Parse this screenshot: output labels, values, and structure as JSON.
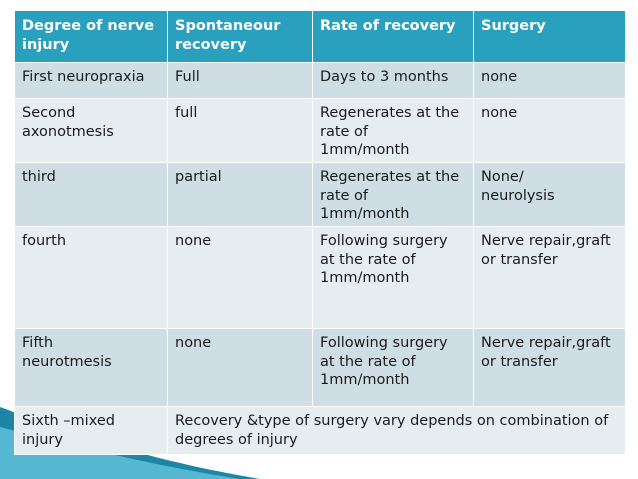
{
  "table": {
    "headers": [
      "Degree of nerve injury",
      "Spontaneour recovery",
      "Rate of recovery",
      "Surgery"
    ],
    "rows": [
      [
        "First neuropraxia",
        "Full",
        "Days to 3 months",
        "none"
      ],
      [
        "Second\naxonotmesis",
        "full",
        "Regenerates at the rate of\n1mm/month",
        "none"
      ],
      [
        "third",
        "partial",
        "Regenerates at the rate of\n1mm/month",
        "None/\nneurolysis"
      ],
      [
        "fourth",
        "none",
        "Following surgery at the rate of\n1mm/month",
        "Nerve repair,graft or transfer"
      ],
      [
        "Fifth\nneurotmesis",
        "none",
        "Following surgery at the rate of\n1mm/month",
        "Nerve repair,graft or transfer"
      ]
    ],
    "last_row": {
      "label": "Sixth –mixed injury",
      "merged": "Recovery &type of surgery vary depends on combination of  degrees of injury"
    }
  },
  "colors": {
    "header_bg": "#2aa0bf",
    "row_dark": "#cfdde5",
    "row_light": "#e6edf1",
    "accent_teal": "#2aa0bf"
  }
}
